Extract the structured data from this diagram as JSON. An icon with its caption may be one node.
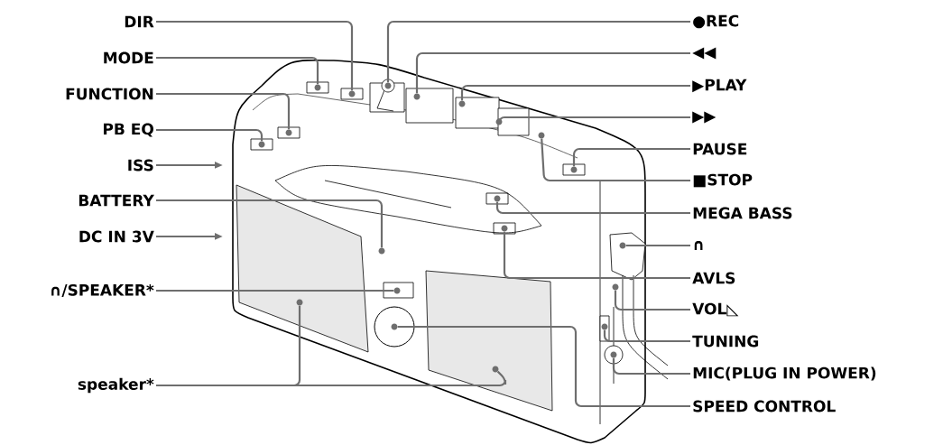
{
  "diagram": {
    "nodes": [
      {
        "text": [
          "DIR"
        ]
      },
      {
        "text": [
          "MODE"
        ]
      },
      {
        "text": [
          "FUNCTION"
        ]
      },
      {
        "text": [
          "PB EQ"
        ]
      },
      {
        "text": [
          "ISS"
        ]
      },
      {
        "text": [
          "BATTERY"
        ]
      },
      {
        "text": [
          "DC IN 3V"
        ]
      },
      {
        "text": [
          "∩/SPEAKER*"
        ]
      },
      {
        "text": [
          "speaker*"
        ]
      },
      {
        "text": [
          "●REC"
        ]
      },
      {
        "text": [
          "◀◀"
        ]
      },
      {
        "text": [
          "▶PLAY"
        ]
      },
      {
        "text": [
          "▶▶"
        ]
      },
      {
        "text": [
          "PAUSE"
        ]
      },
      {
        "text": [
          "■STOP"
        ]
      },
      {
        "text": [
          "MEGA BASS"
        ]
      },
      {
        "text": [
          "∩"
        ]
      },
      {
        "text": [
          "AVLS"
        ]
      },
      {
        "text": [
          "VOL◺"
        ]
      },
      {
        "text": [
          "TUNING"
        ]
      },
      {
        "text": [
          "MIC(PLUG IN POWER)"
        ]
      },
      {
        "text": [
          "SPEED CONTROL"
        ]
      },
      {
        "text": [],
        "shape": "circle"
      },
      {
        "text": [],
        "shape": "circle"
      },
      {
        "text": [],
        "shape": "circle"
      },
      {
        "text": [],
        "shape": "circle"
      },
      {
        "text": [],
        "shape": "circle"
      },
      {
        "text": [],
        "shape": "circle"
      },
      {
        "text": [],
        "shape": "circle"
      },
      {
        "text": [],
        "shape": "circle"
      },
      {
        "text": [],
        "shape": "circle"
      },
      {
        "text": [],
        "shape": "circle"
      },
      {
        "text": [],
        "shape": "circle"
      },
      {
        "text": [],
        "shape": "circle"
      },
      {
        "text": [],
        "shape": "circle"
      },
      {
        "text": [],
        "shape": "circle"
      },
      {
        "text": [],
        "shape": "circle"
      },
      {
        "text": [],
        "shape": "circle"
      },
      {
        "text": [],
        "shape": "circle"
      },
      {
        "text": [],
        "shape": "circle"
      },
      {
        "text": [],
        "shape": "circle"
      },
      {
        "text": [],
        "shape": "circle"
      },
      {
        "text": [],
        "shape": "circle"
      }
    ],
    "edges": [
      {
        "from": 0,
        "to": 22,
        "arrow": "none"
      },
      {
        "from": 1,
        "to": 23,
        "arrow": "none"
      },
      {
        "from": 2,
        "to": 24,
        "arrow": "none"
      },
      {
        "from": 3,
        "to": 25,
        "arrow": "none"
      },
      {
        "from": 4,
        "to": null,
        "arrow": "to"
      },
      {
        "from": 5,
        "to": 26,
        "arrow": "none"
      },
      {
        "from": 6,
        "to": null,
        "arrow": "to"
      },
      {
        "from": 7,
        "to": 27,
        "arrow": "none"
      },
      {
        "from": 8,
        "to": 28,
        "arrow": "none"
      },
      {
        "from": 8,
        "to": 29,
        "arrow": "none"
      },
      {
        "from": 9,
        "to": 30,
        "arrow": "none"
      },
      {
        "from": 10,
        "to": 31,
        "arrow": "none"
      },
      {
        "from": 11,
        "to": 32,
        "arrow": "none"
      },
      {
        "from": 12,
        "to": 33,
        "arrow": "none"
      },
      {
        "from": 13,
        "to": 34,
        "arrow": "none"
      },
      {
        "from": 14,
        "to": 35,
        "arrow": "none"
      },
      {
        "from": 15,
        "to": 36,
        "arrow": "none"
      },
      {
        "from": 16,
        "to": 37,
        "arrow": "none"
      },
      {
        "from": 17,
        "to": 38,
        "arrow": "none"
      },
      {
        "from": 18,
        "to": 39,
        "arrow": "none"
      },
      {
        "from": 19,
        "to": 40,
        "arrow": "none"
      },
      {
        "from": 20,
        "to": 41,
        "arrow": "none"
      },
      {
        "from": 21,
        "to": 42,
        "arrow": "none"
      }
    ]
  }
}
